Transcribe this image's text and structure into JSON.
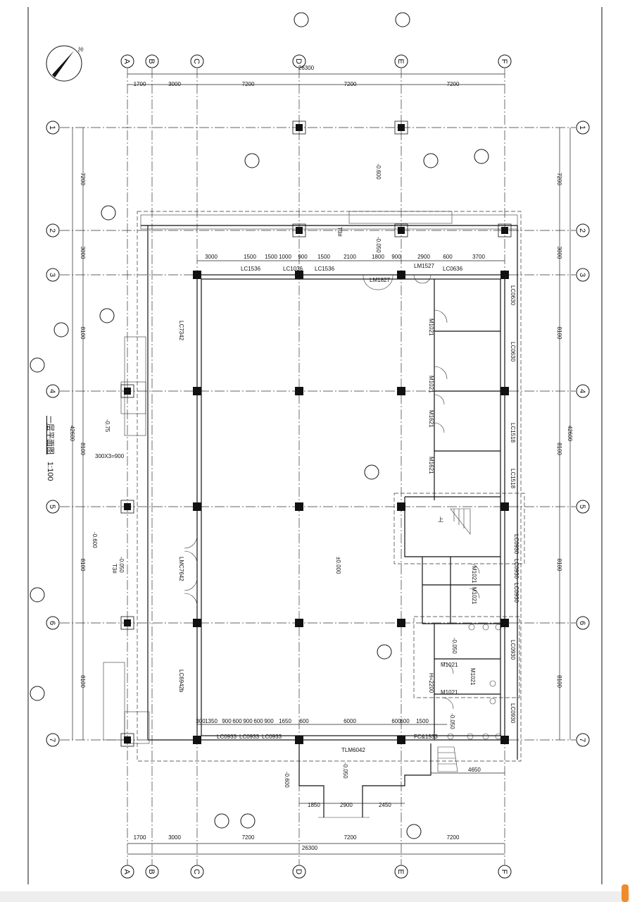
{
  "drawing": {
    "title": "一层平面图",
    "scale": "1:100",
    "north_label": "北"
  },
  "axes": {
    "columns": [
      "A",
      "B",
      "C",
      "D",
      "E",
      "F"
    ],
    "rows": [
      "1",
      "2",
      "3",
      "4",
      "5",
      "6",
      "7"
    ]
  },
  "dimensions": {
    "horizontal_segments": [
      "1700",
      "3000",
      "7200",
      "7200",
      "7200"
    ],
    "horizontal_total": "26300",
    "vertical_segments": [
      "7200",
      "3000",
      "8100",
      "8100",
      "8100",
      "8100"
    ],
    "vertical_total": "42600",
    "top_wall": [
      "3000",
      "1500",
      "1500",
      "1000",
      "900",
      "1500",
      "2100",
      "1800",
      "900",
      "2900",
      "600",
      "3700"
    ],
    "canopy": [
      "1850",
      "2900",
      "2450"
    ],
    "ramp": "4650",
    "stair_note": "300X3=900",
    "bottom_wall": [
      "300",
      "1350",
      "900",
      "600",
      "900",
      "600",
      "900",
      "1650",
      "600",
      "6000",
      "600",
      "600",
      "1500"
    ]
  },
  "elevations": {
    "outdoor": "-0.600",
    "floor": "±0.000",
    "entry": "-0.050",
    "side": "-0.75",
    "toilet": "-0.050"
  },
  "openings": {
    "top": [
      "LC1536",
      "LC1036",
      "LC1536",
      "LM1827",
      "LM1527",
      "LC0636"
    ],
    "left": [
      "LC7342",
      "LMC7642",
      "LC6942b"
    ],
    "bottom": [
      "LC0933",
      "LC0933",
      "LC0933",
      "TLM6042",
      "FC&1533"
    ],
    "right": [
      "LC0630",
      "LC0630",
      "LC1518",
      "LC1518",
      "LC0930",
      "LC0930",
      "LC0930",
      "LC0930",
      "LC0930"
    ],
    "doors": [
      "M1021",
      "M1021",
      "M1621",
      "M1621",
      "M1021",
      "M1021",
      "M1021",
      "M1021",
      "M1021"
    ]
  },
  "notes": {
    "height": "H=2200",
    "stairs_up": "上",
    "ramp_label": "T3#"
  }
}
